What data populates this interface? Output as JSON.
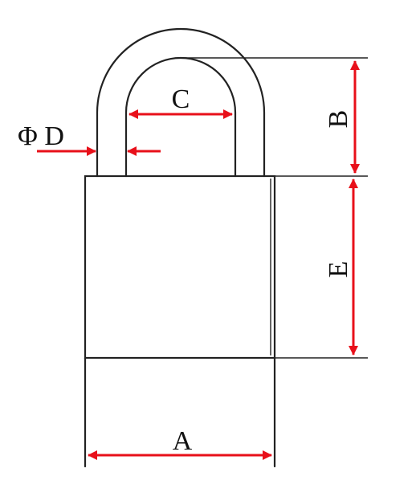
{
  "colors": {
    "outline": "#222222",
    "dimension_arrow": "#e8101a",
    "background": "#ffffff"
  },
  "labels": {
    "A": "A",
    "B": "B",
    "C": "C",
    "D": "Φ D",
    "E": "E"
  }
}
